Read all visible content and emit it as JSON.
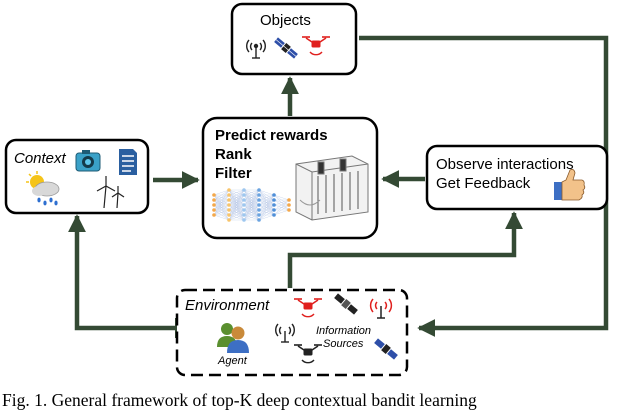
{
  "nodes": {
    "objects": {
      "label": "Objects"
    },
    "context": {
      "label": "Context"
    },
    "predict": {
      "lines": [
        "Predict rewards",
        "Rank",
        "Filter"
      ]
    },
    "observe": {
      "lines": [
        "Observe interactions",
        "Get Feedback"
      ]
    },
    "environment": {
      "label": "Environment",
      "agent_label": "Agent",
      "sources_lines": [
        "Information",
        "Sources"
      ]
    }
  },
  "caption": "Fig. 1. General framework of top-K deep contextual bandit learning",
  "colors": {
    "arrow": "#344a34",
    "red": "#e0201e",
    "blue": "#2e4fa8",
    "camera": "#3aa1c8",
    "doc": "#2a5fa0",
    "thumb_up": "#f2c28a",
    "cuff": "#3d6fc4",
    "agent_green": "#5a8f2f",
    "agent_orange": "#c98a3a"
  },
  "icons": [
    "antenna-icon",
    "satellite-icon",
    "drone-icon",
    "camera-icon",
    "document-icon",
    "weather-icon",
    "wind-turbine-icon",
    "neural-network-icon",
    "server-rack-icon",
    "thumbs-up-icon",
    "agent-icon"
  ]
}
